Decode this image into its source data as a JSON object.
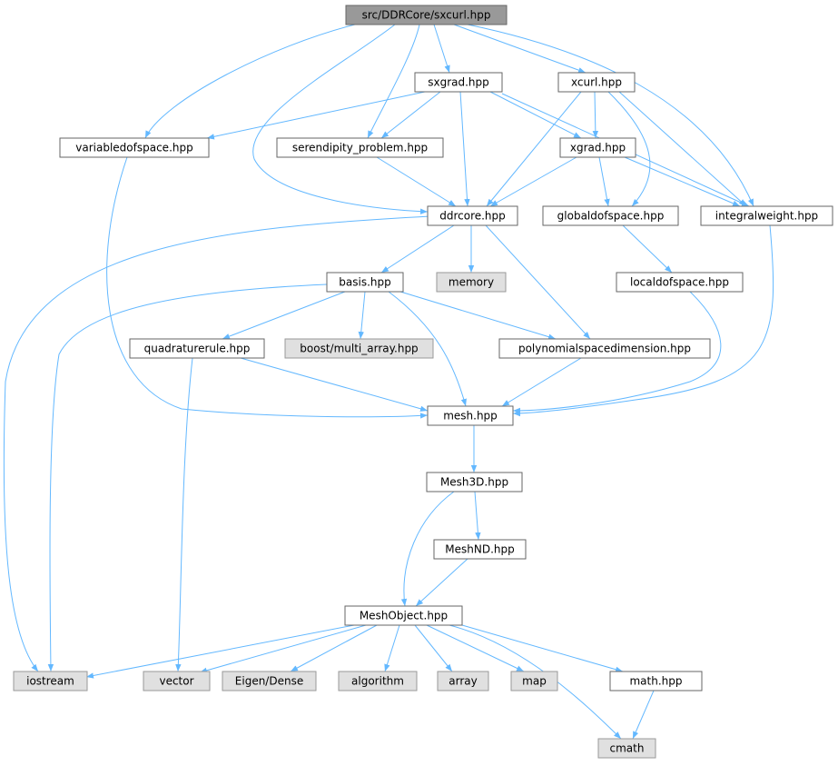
{
  "colors": {
    "root_fill": "#999999",
    "project_fill": "#ffffff",
    "external_fill": "#e0e0e0",
    "external_stroke": "#999999",
    "node_stroke": "#666666",
    "edge": "#63b8ff"
  },
  "diagram": {
    "nodes": [
      {
        "id": "root",
        "label": "src/DDRCore/sxcurl.hpp",
        "kind": "root"
      },
      {
        "id": "sxgrad",
        "label": "sxgrad.hpp",
        "kind": "project"
      },
      {
        "id": "xcurl",
        "label": "xcurl.hpp",
        "kind": "project"
      },
      {
        "id": "variabledofspace",
        "label": "variabledofspace.hpp",
        "kind": "project"
      },
      {
        "id": "serendipity",
        "label": "serendipity_problem.hpp",
        "kind": "project"
      },
      {
        "id": "xgrad",
        "label": "xgrad.hpp",
        "kind": "project"
      },
      {
        "id": "ddrcore",
        "label": "ddrcore.hpp",
        "kind": "project"
      },
      {
        "id": "globaldofspace",
        "label": "globaldofspace.hpp",
        "kind": "project"
      },
      {
        "id": "integralweight",
        "label": "integralweight.hpp",
        "kind": "project"
      },
      {
        "id": "basis",
        "label": "basis.hpp",
        "kind": "project"
      },
      {
        "id": "memory",
        "label": "memory",
        "kind": "external"
      },
      {
        "id": "localdofspace",
        "label": "localdofspace.hpp",
        "kind": "project"
      },
      {
        "id": "quadraturerule",
        "label": "quadraturerule.hpp",
        "kind": "project"
      },
      {
        "id": "multiarray",
        "label": "boost/multi_array.hpp",
        "kind": "external"
      },
      {
        "id": "polyspacedim",
        "label": "polynomialspacedimension.hpp",
        "kind": "project"
      },
      {
        "id": "mesh",
        "label": "mesh.hpp",
        "kind": "project"
      },
      {
        "id": "mesh3d",
        "label": "Mesh3D.hpp",
        "kind": "project"
      },
      {
        "id": "meshnd",
        "label": "MeshND.hpp",
        "kind": "project"
      },
      {
        "id": "meshobject",
        "label": "MeshObject.hpp",
        "kind": "project"
      },
      {
        "id": "iostream",
        "label": "iostream",
        "kind": "external"
      },
      {
        "id": "vector",
        "label": "vector",
        "kind": "external"
      },
      {
        "id": "eigendense",
        "label": "Eigen/Dense",
        "kind": "external"
      },
      {
        "id": "algorithm",
        "label": "algorithm",
        "kind": "external"
      },
      {
        "id": "array",
        "label": "array",
        "kind": "external"
      },
      {
        "id": "map",
        "label": "map",
        "kind": "external"
      },
      {
        "id": "mathhpp",
        "label": "math.hpp",
        "kind": "project"
      },
      {
        "id": "cmath",
        "label": "cmath",
        "kind": "external"
      }
    ],
    "edges": [
      [
        "root",
        "sxgrad"
      ],
      [
        "root",
        "xcurl"
      ],
      [
        "root",
        "variabledofspace"
      ],
      [
        "root",
        "serendipity"
      ],
      [
        "root",
        "ddrcore"
      ],
      [
        "root",
        "integralweight"
      ],
      [
        "sxgrad",
        "variabledofspace"
      ],
      [
        "sxgrad",
        "serendipity"
      ],
      [
        "sxgrad",
        "xgrad"
      ],
      [
        "sxgrad",
        "ddrcore"
      ],
      [
        "sxgrad",
        "integralweight"
      ],
      [
        "xcurl",
        "xgrad"
      ],
      [
        "xcurl",
        "ddrcore"
      ],
      [
        "xcurl",
        "globaldofspace"
      ],
      [
        "xcurl",
        "integralweight"
      ],
      [
        "variabledofspace",
        "mesh"
      ],
      [
        "serendipity",
        "ddrcore"
      ],
      [
        "xgrad",
        "ddrcore"
      ],
      [
        "xgrad",
        "globaldofspace"
      ],
      [
        "xgrad",
        "integralweight"
      ],
      [
        "ddrcore",
        "basis"
      ],
      [
        "ddrcore",
        "memory"
      ],
      [
        "ddrcore",
        "polyspacedim"
      ],
      [
        "ddrcore",
        "iostream"
      ],
      [
        "globaldofspace",
        "localdofspace"
      ],
      [
        "integralweight",
        "mesh"
      ],
      [
        "localdofspace",
        "mesh"
      ],
      [
        "basis",
        "quadraturerule"
      ],
      [
        "basis",
        "multiarray"
      ],
      [
        "basis",
        "polyspacedim"
      ],
      [
        "basis",
        "mesh"
      ],
      [
        "basis",
        "iostream"
      ],
      [
        "quadraturerule",
        "mesh"
      ],
      [
        "quadraturerule",
        "vector"
      ],
      [
        "polyspacedim",
        "mesh"
      ],
      [
        "mesh",
        "mesh3d"
      ],
      [
        "mesh3d",
        "meshnd"
      ],
      [
        "mesh3d",
        "meshobject"
      ],
      [
        "meshnd",
        "meshobject"
      ],
      [
        "meshobject",
        "iostream"
      ],
      [
        "meshobject",
        "vector"
      ],
      [
        "meshobject",
        "eigendense"
      ],
      [
        "meshobject",
        "algorithm"
      ],
      [
        "meshobject",
        "array"
      ],
      [
        "meshobject",
        "map"
      ],
      [
        "meshobject",
        "mathhpp"
      ],
      [
        "meshobject",
        "cmath"
      ],
      [
        "mathhpp",
        "cmath"
      ]
    ]
  }
}
